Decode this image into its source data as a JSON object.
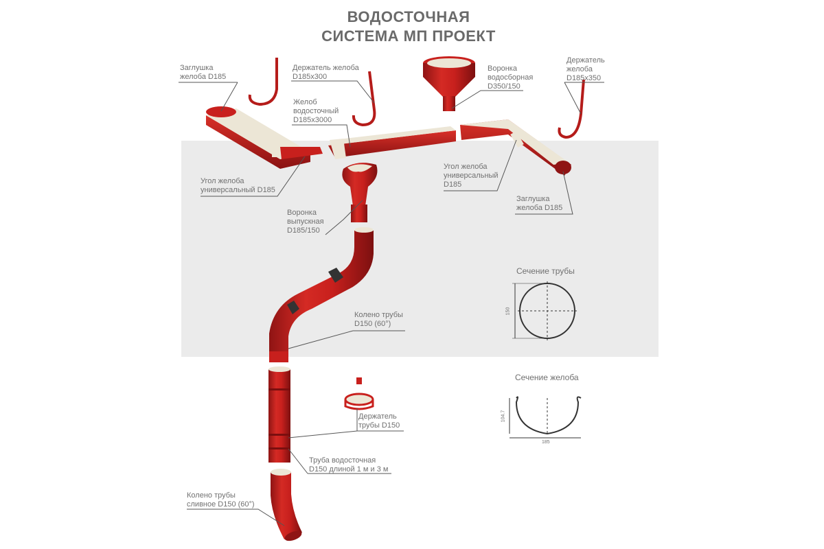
{
  "title": {
    "line1": "ВОДОСТОЧНАЯ",
    "line2": "СИСТЕМА МП ПРОЕКТ"
  },
  "labels": {
    "end_cap_left": [
      "Заглушка",
      "желоба D185"
    ],
    "gutter_holder_300": [
      "Держатель желоба",
      "D185x300"
    ],
    "gutter": [
      "Желоб",
      "водосточный",
      "D185x3000"
    ],
    "collector_funnel": [
      "Воронка",
      "водосборная",
      "D350/150"
    ],
    "gutter_holder_350": [
      "Держатель",
      "желоба",
      "D185x350"
    ],
    "corner_left": [
      "Угол желоба",
      "универсальный D185"
    ],
    "outlet_funnel": [
      "Воронка",
      "выпускная",
      "D185/150"
    ],
    "corner_right": [
      "Угол желоба",
      "универсальный",
      "D185"
    ],
    "end_cap_right": [
      "Заглушка",
      "желоба D185"
    ],
    "elbow": [
      "Колено трубы",
      "D150 (60°)"
    ],
    "pipe_holder": [
      "Держатель",
      "трубы D150"
    ],
    "downpipe": [
      "Труба водосточная",
      "D150 длиной 1 м и 3 м"
    ],
    "drain_elbow": [
      "Колено трубы",
      "сливное D150 (60°)"
    ]
  },
  "sections": {
    "pipe": {
      "title": "Сечение трубы",
      "dimension": "150"
    },
    "gutter": {
      "title": "Сечение желоба",
      "height": "104.7",
      "width": "185"
    }
  },
  "colors": {
    "product_red": "#c8201d",
    "product_dark": "#8f1414",
    "inner_cream": "#ece6d6",
    "band_gray": "#ebebeb",
    "line_gray": "#555555"
  }
}
